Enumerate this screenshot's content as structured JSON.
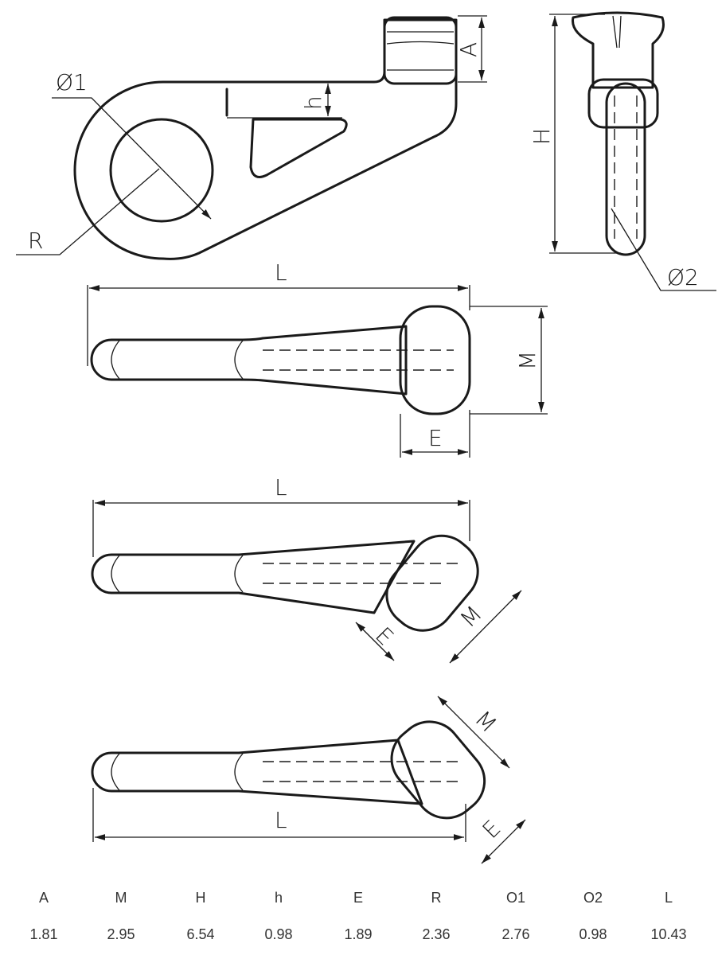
{
  "drawing": {
    "side_view": {
      "dia1_label": "Ø1",
      "radius_label": "R",
      "h_label": "h",
      "a_label": "A"
    },
    "end_view": {
      "height_label": "H",
      "dia2_label": "Ø2"
    },
    "top_view_straight": {
      "length_label": "L",
      "m_label": "M",
      "e_label": "E"
    },
    "top_view_rotated_ccw": {
      "length_label": "L",
      "m_label": "M",
      "e_label": "E"
    },
    "top_view_rotated_cw": {
      "length_label": "L",
      "m_label": "M",
      "e_label": "E"
    }
  },
  "dimensions_table": {
    "headers": [
      "A",
      "M",
      "H",
      "h",
      "E",
      "R",
      "O1",
      "O2",
      "L"
    ],
    "values": [
      "1.81",
      "2.95",
      "6.54",
      "0.98",
      "1.89",
      "2.36",
      "2.76",
      "0.98",
      "10.43"
    ]
  }
}
